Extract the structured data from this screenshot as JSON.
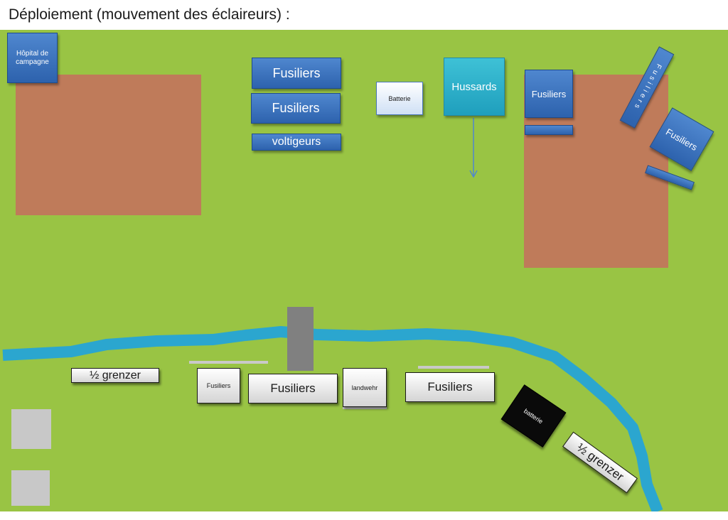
{
  "title": "Déploiement (mouvement des éclaireurs) :",
  "colors": {
    "field": "#99c444",
    "farm": "#bf7b5a",
    "river": "#2ba6cf",
    "french_unit": "#3a70c0",
    "cavalry_unit": "#2cb0c9",
    "allied_unit": "#e3e3e3",
    "battery_dark": "#0a0a0a",
    "bridge": "#808080",
    "marker": "#c8c8c8"
  },
  "units": {
    "hospital": "Hôpital de campagne",
    "fusiliers_1": "Fusiliers",
    "fusiliers_2": "Fusiliers",
    "voltigeurs": "voltigeurs",
    "batterie": "Batterie",
    "hussards": "Hussards",
    "fusiliers_right": "Fusiliers",
    "fusiliers_vertical": "Fusiliers",
    "fusiliers_rotated": "Fusiliers",
    "grenzer_left": "½ grenzer",
    "fusiliers_small": "Fusiliers",
    "fusiliers_center": "Fusiliers",
    "landwehr": "landwehr",
    "fusiliers_east": "Fusiliers",
    "batterie_dark": "batterie",
    "grenzer_right": "½ grenzer"
  }
}
